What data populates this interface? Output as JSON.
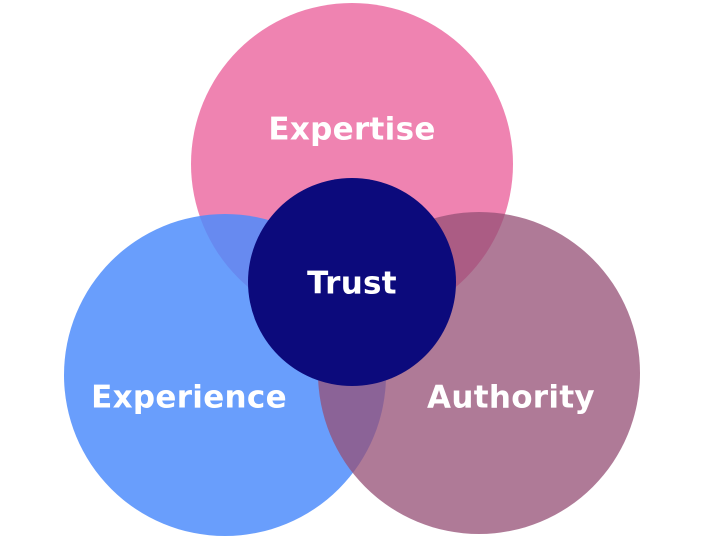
{
  "diagram": {
    "type": "venn",
    "circles": [
      {
        "label": "Expertise",
        "color": "#ED6EA6"
      },
      {
        "label": "Experience",
        "color": "#5A97FC"
      },
      {
        "label": "Authority",
        "color": "#A35C84"
      }
    ],
    "center": {
      "label": "Trust",
      "color": "#0C0A7C"
    }
  }
}
